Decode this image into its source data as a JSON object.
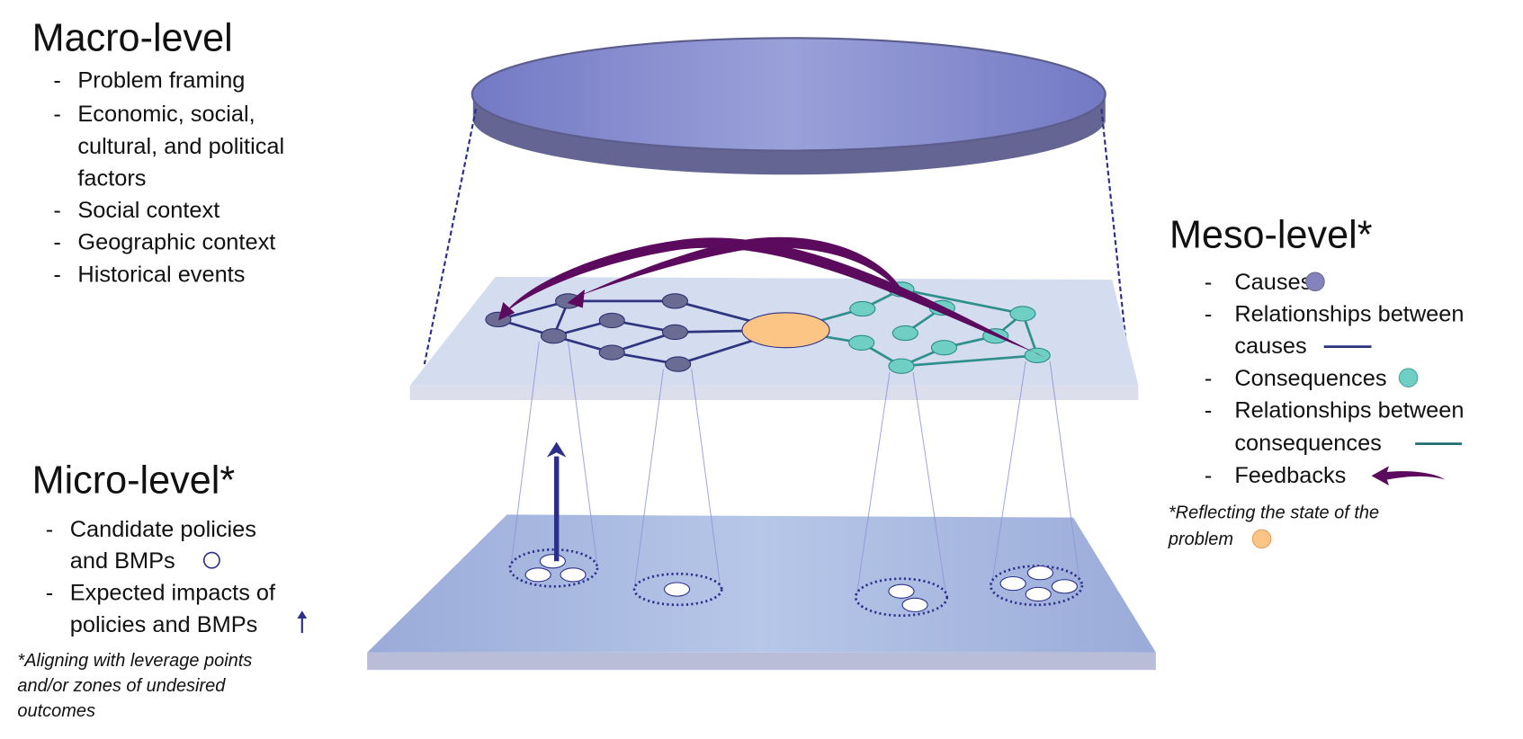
{
  "macro": {
    "title": "Macro-level",
    "items": [
      "Problem framing",
      "Economic, social,",
      "cultural, and political",
      "factors",
      "Social context",
      "Geographic context",
      "Historical events"
    ]
  },
  "meso": {
    "title": "Meso-level*",
    "items": [
      "Causes",
      "Relationships between",
      "causes",
      "Consequences",
      "Relationships between",
      "consequences",
      "Feedbacks"
    ],
    "footnote": [
      "*Reflecting the state of the",
      "problem"
    ]
  },
  "micro": {
    "title": "Micro-level*",
    "items": [
      "Candidate policies",
      "and BMPs",
      "Expected impacts of",
      "policies and BMPs"
    ],
    "footnote": [
      "*Aligning with leverage points",
      "and/or zones of undesired",
      "outcomes"
    ]
  },
  "bullet": "-",
  "colors": {
    "cause": "#6b6c94",
    "consequence": "#6fcfc4",
    "state": "#fcc585",
    "cause_link": "#2e3580",
    "consequence_link": "#2e8f8c",
    "feedback": "#5c0a5e",
    "impact_arrow": "#2b2f8a"
  }
}
